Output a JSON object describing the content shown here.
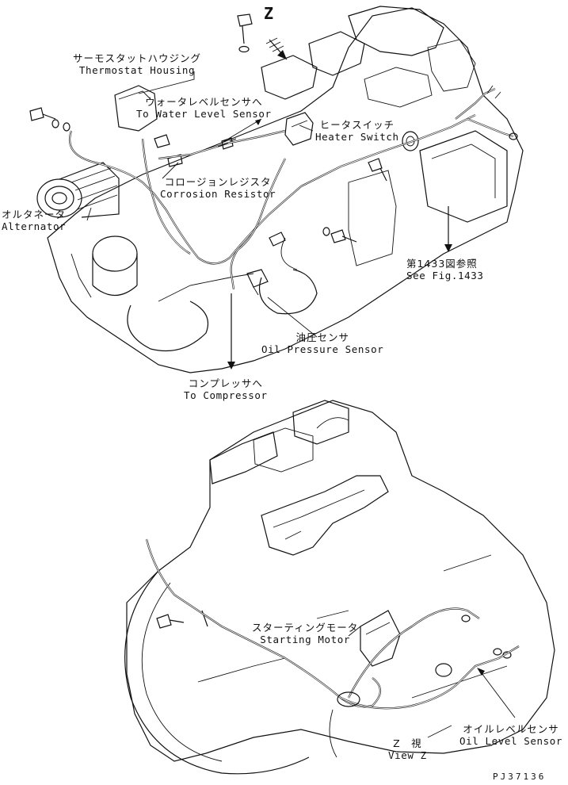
{
  "drawing": {
    "code": "PJ37136",
    "view_marker": "Z"
  },
  "callouts": [
    {
      "id": "thermostat_housing",
      "jp": "サーモスタットハウジング",
      "en": "Thermostat Housing"
    },
    {
      "id": "water_level_sensor",
      "jp": "ウォータレベルセンサへ",
      "en": "To Water Level Sensor"
    },
    {
      "id": "heater_switch",
      "jp": "ヒータスイッチ",
      "en": "Heater Switch"
    },
    {
      "id": "corrosion_resistor",
      "jp": "コロージョンレジスタ",
      "en": "Corrosion Resistor"
    },
    {
      "id": "alternator",
      "jp": "オルタネータ",
      "en": "Alternator"
    },
    {
      "id": "see_fig",
      "jp": "第1433図参照",
      "en": "See Fig.1433"
    },
    {
      "id": "oil_pressure_sensor",
      "jp": "油圧センサ",
      "en": "Oil Pressure Sensor"
    },
    {
      "id": "to_compressor",
      "jp": "コンプレッサへ",
      "en": "To Compressor"
    },
    {
      "id": "starting_motor",
      "jp": "スターティングモータ",
      "en": "Starting Motor"
    },
    {
      "id": "oil_level_sensor",
      "jp": "オイルレベルセンサ",
      "en": "Oil Level Sensor"
    },
    {
      "id": "view_z",
      "jp": "Z　視",
      "en": "View Z"
    }
  ]
}
